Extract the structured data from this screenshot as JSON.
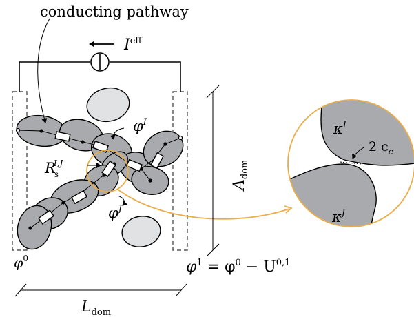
{
  "labels": {
    "conducting_pathway": "conducting pathway",
    "current": "I",
    "current_sup": "eff",
    "phi_I": "φ",
    "phi_I_sup": "I",
    "phi_J": "φ",
    "phi_J_sup": "J",
    "resistance": "R",
    "resistance_sub": "s",
    "resistance_sup": "I,J",
    "phi0": "φ",
    "phi0_sup": "0",
    "phi1_lhs": "φ",
    "phi1_lhs_sup": "1",
    "phi1_eq": " = φ",
    "phi1_eq_sup": "0",
    "phi1_minus": " − U",
    "phi1_minus_sup": "0,1",
    "A_dom": "A",
    "A_dom_sub": "dom",
    "L_dom": "L",
    "L_dom_sub": "dom",
    "kappa_I": "κ",
    "kappa_I_sup": "I",
    "kappa_J": "κ",
    "kappa_J_sup": "J",
    "contact": "2 c",
    "contact_sub": "c"
  },
  "colors": {
    "grain": "#a9aaad",
    "void": "#e1e2e4",
    "zoom": "#e9ad4a"
  }
}
